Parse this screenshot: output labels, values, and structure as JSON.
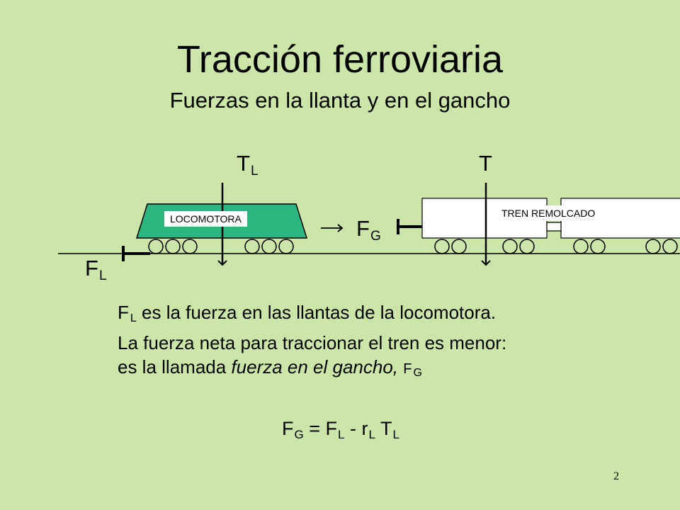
{
  "title": "Tracción ferroviaria",
  "subtitle": "Fuerzas en la llanta y en el gancho",
  "labels": {
    "locomotive": "LOCOMOTORA",
    "towed_train": "TREN REMOLCADO"
  },
  "symbols": {
    "TL_main": "T",
    "TL_sub": "L",
    "T": "T",
    "FG_main": "F",
    "FG_sub": "G",
    "FL_main": "F",
    "FL_sub": "L"
  },
  "body": {
    "l1_a": "F",
    "l1_sub": "L",
    "l1_b": " es la fuerza en las llantas de la locomotora.",
    "l2": "La fuerza neta para traccionar el tren es menor:",
    "l3_a": "es la llamada ",
    "l3_italic": "fuerza en el gancho,",
    "l3_f": "F",
    "l3_sub": "G"
  },
  "formula": {
    "f1": "F",
    "s1": "G",
    "eq": " = ",
    "f2": "F",
    "s2": "L",
    "minus": " - ",
    "r": "r",
    "s3": "L",
    "t": " T",
    "s4": "L"
  },
  "page_number": "2",
  "colors": {
    "background": "#cce5a8",
    "locomotive_fill": "#2bb57f"
  }
}
